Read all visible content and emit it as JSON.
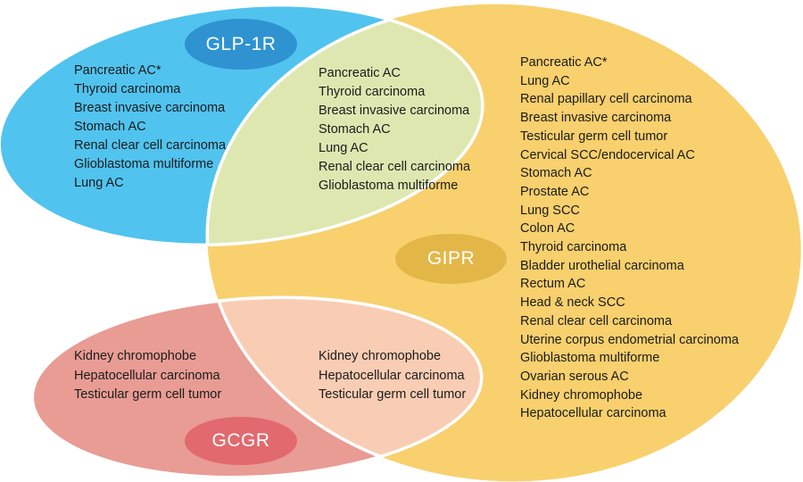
{
  "figure": {
    "type": "venn-diagram",
    "description": "Overlap of tumor types expressing GLP-1R, GIPR and GCGR receptors",
    "stroke_color": "#ffffff",
    "background": "#ffffff",
    "text_color": "#1b1b1b"
  },
  "regions": {
    "glp1r": {
      "label": "GLP-1R",
      "color": "#51c3ef",
      "badge_color": "#2e93d0",
      "items": [
        "Pancreatic AC*",
        "Thyroid carcinoma",
        "Breast invasive carcinoma",
        "Stomach AC",
        "Renal clear cell carcinoma",
        "Glioblastoma multiforme",
        "Lung AC"
      ]
    },
    "glp1r_gipr": {
      "sets": [
        "GLP-1R",
        "GIPR"
      ],
      "color": "#dfe7b1",
      "items": [
        "Pancreatic AC",
        "Thyroid carcinoma",
        "Breast invasive carcinoma",
        "Stomach AC",
        "Lung AC",
        "Renal clear cell carcinoma",
        "Glioblastoma multiforme"
      ]
    },
    "gipr": {
      "label": "GIPR",
      "color": "#f8d06e",
      "badge_color": "#e2b748",
      "items": [
        "Pancreatic AC*",
        "Lung AC",
        "Renal papillary cell carcinoma",
        "Breast invasive carcinoma",
        "Testicular germ cell tumor",
        "Cervical SCC/endocervical AC",
        "Stomach AC",
        "Prostate AC",
        "Lung SCC",
        "Colon AC",
        "Thyroid carcinoma",
        "Bladder urothelial carcinoma",
        "Rectum AC",
        "Head & neck SCC",
        "Renal clear cell carcinoma",
        "Uterine corpus endometrial carcinoma",
        "Glioblastoma multiforme",
        "Ovarian serous AC",
        "Kidney chromophobe",
        "Hepatocellular carcinoma"
      ]
    },
    "gcgr": {
      "label": "GCGR",
      "color": "#e89c94",
      "badge_color": "#e2696e",
      "items": [
        "Kidney chromophobe",
        "Hepatocellular carcinoma",
        "Testicular germ cell tumor"
      ]
    },
    "gcgr_gipr": {
      "sets": [
        "GCGR",
        "GIPR"
      ],
      "color": "#f9cdb4",
      "items": [
        "Kidney chromophobe",
        "Hepatocellular carcinoma",
        "Testicular germ cell tumor"
      ]
    }
  }
}
